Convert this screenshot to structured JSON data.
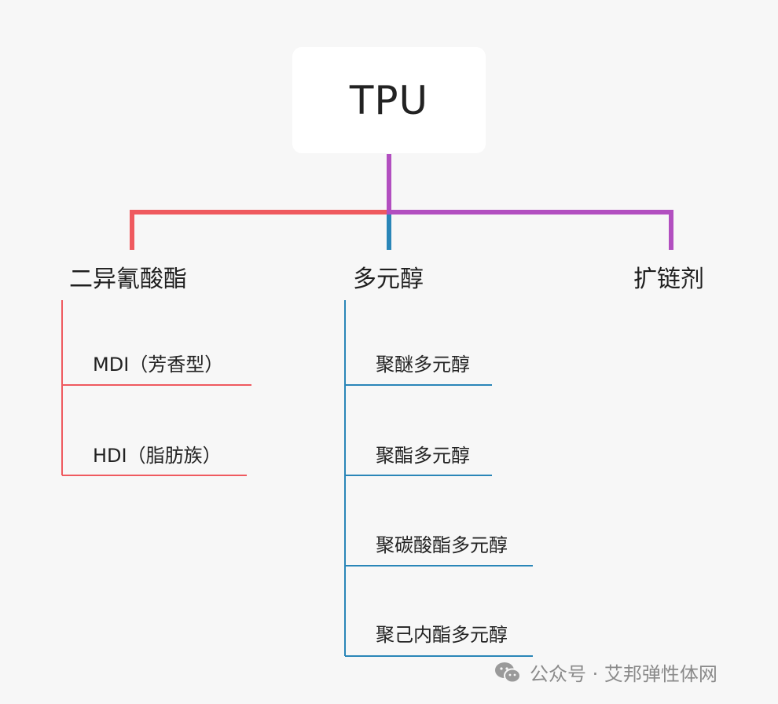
{
  "root": {
    "label": "TPU"
  },
  "categories": [
    {
      "label": "二异氰酸酯",
      "color": "#ef5a5f",
      "items": [
        "MDI（芳香型）",
        "HDI（脂肪族）"
      ]
    },
    {
      "label": "多元醇",
      "color": "#2a86b8",
      "items": [
        "聚醚多元醇",
        "聚酯多元醇",
        "聚碳酸酯多元醇",
        "聚己内酯多元醇"
      ]
    },
    {
      "label": "扩链剂",
      "color": "#b24fc0",
      "items": []
    }
  ],
  "watermark": {
    "text": "公众号 · 艾邦弹性体网",
    "icon": "wechat-icon"
  }
}
